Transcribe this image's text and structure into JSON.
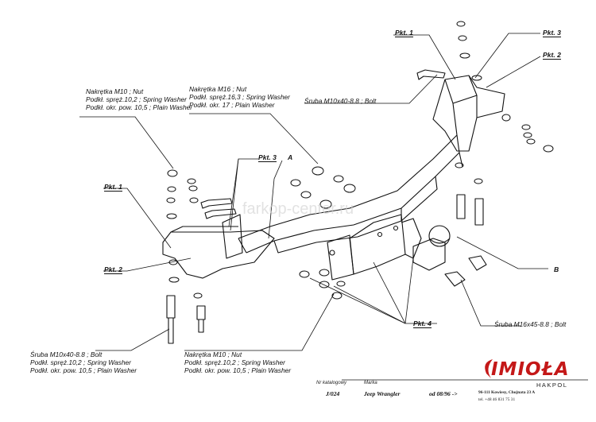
{
  "labels": {
    "nut_m10_top": [
      "Nakrętka  M10 ; Nut",
      "Podkł. spręż.10,2 ; Spring Washer",
      "Podkł. okr. pow. 10,5 ; Plain Washer"
    ],
    "nut_m16": [
      "Nakrętka  M16 ; Nut",
      "Podkł. spręż.16,3 ; Spring Washer",
      "Podkł. okr. 17 ; Plain Washer"
    ],
    "bolt_m10_right": "Śruba M10x40-8.8 ;  Bolt",
    "bolt_m10_left": [
      "Śruba M10x40-8.8 ;  Bolt",
      "Podkł. spręż.10,2 ; Spring Washer",
      "Podkł. okr. pow. 10,5 ; Plain Washer"
    ],
    "nut_m10_bottom": [
      "Nakrętka  M10 ; Nut",
      "Podkł. spręż.10,2 ; Spring Washer",
      "Podkł. okr. pow. 10,5 ; Plain Washer"
    ],
    "bolt_m16": "Śruba M16x45-8.8 ;  Bolt"
  },
  "points": {
    "pkt1_top": "Pkt. 1",
    "pkt3_top": "Pkt. 3",
    "pkt2_top": "Pkt. 2",
    "pkt3_mid": "Pkt. 3",
    "pkt1_left": "Pkt. 1",
    "pkt2_left": "Pkt. 2",
    "pkt4": "Pkt. 4",
    "letter_a": "A",
    "letter_b": "B"
  },
  "watermark": "farkop-center.ru",
  "title_block": {
    "catalog_caption": "Nr katalogowy",
    "brand_caption": "Marka",
    "catalog_no": "J/024",
    "brand": "Jeep Wrangler",
    "date": "od 08/96 ->",
    "address": "96-111 Kowiesy, Chojnata 23 A",
    "phone": "tel. +48 46 831 75 31"
  },
  "logo": {
    "name": "IMIOŁA",
    "sub": "HAKPOL",
    "color": "#c41818"
  }
}
